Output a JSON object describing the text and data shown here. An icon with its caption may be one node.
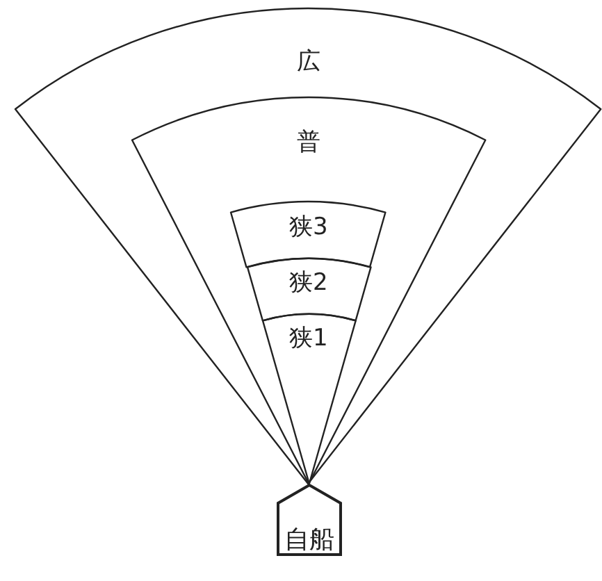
{
  "diagram": {
    "nodes": [
      {
        "text": [
          "広"
        ]
      },
      {
        "text": [
          "普"
        ],
        "in": 0
      },
      {
        "text": [
          "狭3"
        ],
        "in": 1
      },
      {
        "text": [
          "狭2"
        ],
        "in": 1
      },
      {
        "text": [
          "狭1"
        ],
        "in": 1
      },
      {
        "text": [
          "自船"
        ]
      }
    ]
  }
}
